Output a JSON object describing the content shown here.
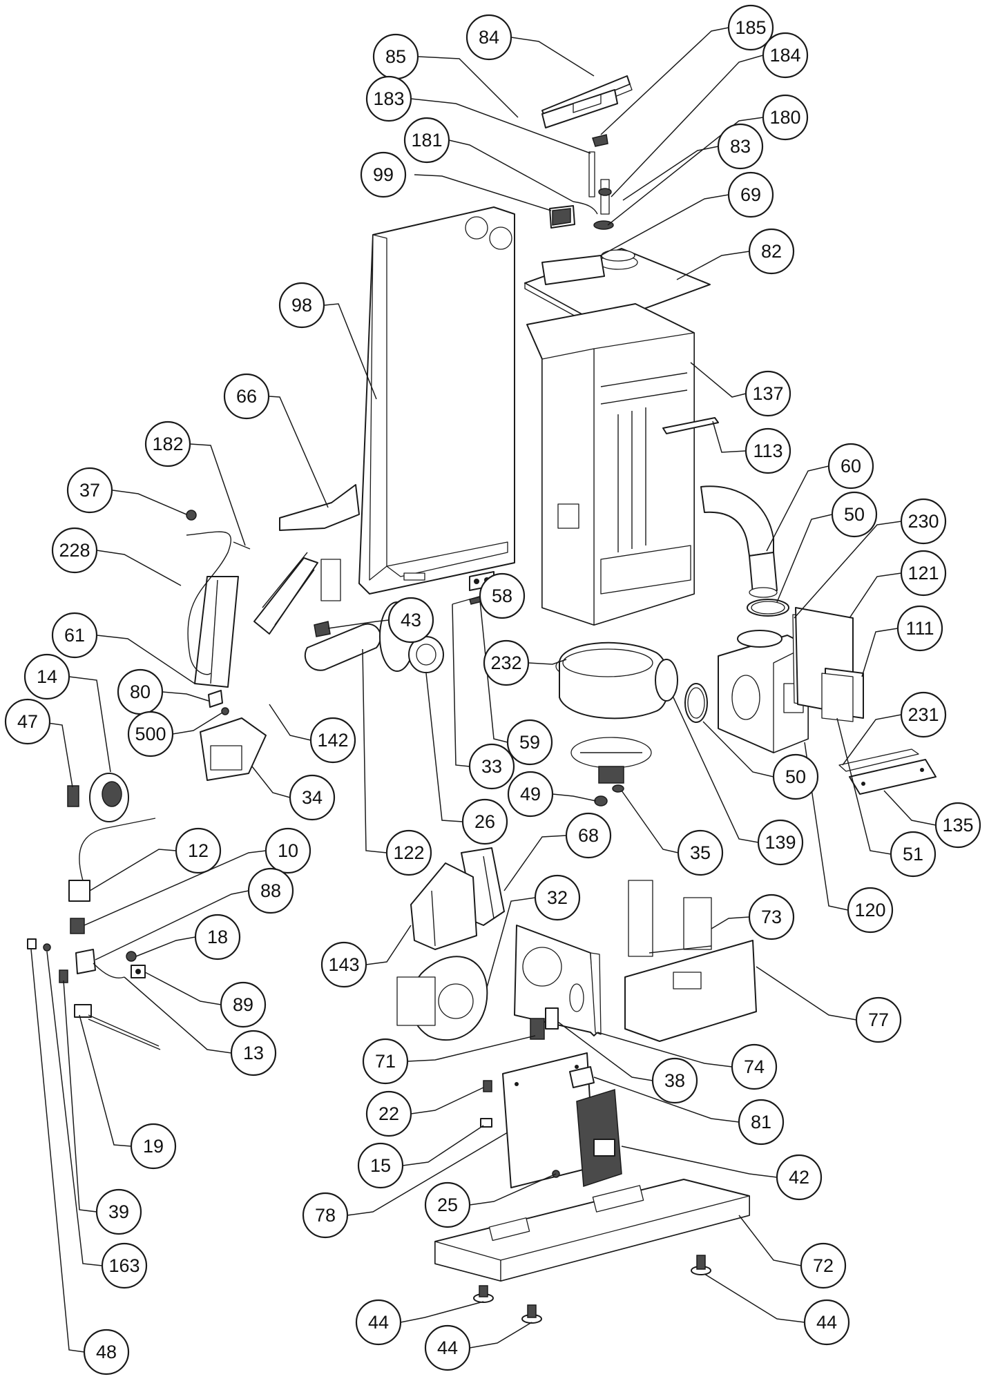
{
  "diagram": {
    "kind": "exploded-parts-view",
    "line_color": "#1a1a1a",
    "fill_color": "#ffffff",
    "callouts": [
      {
        "id": "c85",
        "label": "85"
      },
      {
        "id": "c84",
        "label": "84"
      },
      {
        "id": "c185",
        "label": "185"
      },
      {
        "id": "c184",
        "label": "184"
      },
      {
        "id": "c183",
        "label": "183"
      },
      {
        "id": "c180",
        "label": "180"
      },
      {
        "id": "c181",
        "label": "181"
      },
      {
        "id": "c83",
        "label": "83"
      },
      {
        "id": "c99",
        "label": "99"
      },
      {
        "id": "c69",
        "label": "69"
      },
      {
        "id": "c82",
        "label": "82"
      },
      {
        "id": "c98",
        "label": "98"
      },
      {
        "id": "c137",
        "label": "137"
      },
      {
        "id": "c66",
        "label": "66"
      },
      {
        "id": "c113",
        "label": "113"
      },
      {
        "id": "c182",
        "label": "182"
      },
      {
        "id": "c60",
        "label": "60"
      },
      {
        "id": "c37",
        "label": "37"
      },
      {
        "id": "c50a",
        "label": "50"
      },
      {
        "id": "c230",
        "label": "230"
      },
      {
        "id": "c228",
        "label": "228"
      },
      {
        "id": "c121",
        "label": "121"
      },
      {
        "id": "c58",
        "label": "58"
      },
      {
        "id": "c43",
        "label": "43"
      },
      {
        "id": "c111",
        "label": "111"
      },
      {
        "id": "c61",
        "label": "61"
      },
      {
        "id": "c14",
        "label": "14"
      },
      {
        "id": "c232",
        "label": "232"
      },
      {
        "id": "c80",
        "label": "80"
      },
      {
        "id": "c231",
        "label": "231"
      },
      {
        "id": "c47",
        "label": "47"
      },
      {
        "id": "c500",
        "label": "500"
      },
      {
        "id": "c142",
        "label": "142"
      },
      {
        "id": "c59",
        "label": "59"
      },
      {
        "id": "c33",
        "label": "33"
      },
      {
        "id": "c50b",
        "label": "50"
      },
      {
        "id": "c34",
        "label": "34"
      },
      {
        "id": "c49",
        "label": "49"
      },
      {
        "id": "c26",
        "label": "26"
      },
      {
        "id": "c135",
        "label": "135"
      },
      {
        "id": "c68",
        "label": "68"
      },
      {
        "id": "c12",
        "label": "12"
      },
      {
        "id": "c10",
        "label": "10"
      },
      {
        "id": "c139",
        "label": "139"
      },
      {
        "id": "c122",
        "label": "122"
      },
      {
        "id": "c35",
        "label": "35"
      },
      {
        "id": "c51",
        "label": "51"
      },
      {
        "id": "c88",
        "label": "88"
      },
      {
        "id": "c32",
        "label": "32"
      },
      {
        "id": "c120",
        "label": "120"
      },
      {
        "id": "c73",
        "label": "73"
      },
      {
        "id": "c18",
        "label": "18"
      },
      {
        "id": "c143",
        "label": "143"
      },
      {
        "id": "c89",
        "label": "89"
      },
      {
        "id": "c77",
        "label": "77"
      },
      {
        "id": "c13",
        "label": "13"
      },
      {
        "id": "c71",
        "label": "71"
      },
      {
        "id": "c74",
        "label": "74"
      },
      {
        "id": "c38",
        "label": "38"
      },
      {
        "id": "c22",
        "label": "22"
      },
      {
        "id": "c81",
        "label": "81"
      },
      {
        "id": "c19",
        "label": "19"
      },
      {
        "id": "c15",
        "label": "15"
      },
      {
        "id": "c42",
        "label": "42"
      },
      {
        "id": "c78",
        "label": "78"
      },
      {
        "id": "c25",
        "label": "25"
      },
      {
        "id": "c39",
        "label": "39"
      },
      {
        "id": "c72",
        "label": "72"
      },
      {
        "id": "c163",
        "label": "163"
      },
      {
        "id": "c44a",
        "label": "44"
      },
      {
        "id": "c44b",
        "label": "44"
      },
      {
        "id": "c44c",
        "label": "44"
      },
      {
        "id": "c48",
        "label": "48"
      }
    ]
  }
}
